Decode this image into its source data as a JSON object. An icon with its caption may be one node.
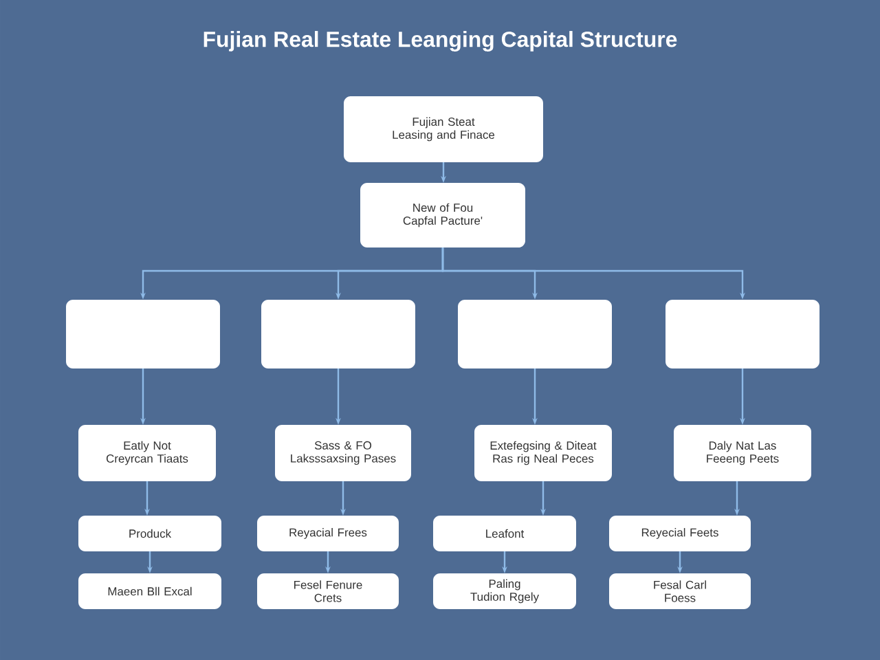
{
  "diagram": {
    "title": "Fujian Real Estate Leanging Capital Structure",
    "nodes": [
      {
        "text": [
          "Fujian Steat Leasing and Finace"
        ]
      },
      {
        "text": [
          "New of Fou Capfal Pacture'"
        ]
      },
      {
        "text": [],
        "shape": "box"
      },
      {
        "text": [],
        "shape": "box"
      },
      {
        "text": [],
        "shape": "box"
      },
      {
        "text": [],
        "shape": "box"
      },
      {
        "text": [
          "Eatly Not Creyrcan Tiaats"
        ]
      },
      {
        "text": [
          "Sass & FO Laksssaxsing Pases"
        ]
      },
      {
        "text": [
          "Extefegsing & Diteat Ras rig Neal Peces"
        ]
      },
      {
        "text": [
          "Daly Nat Las Feeeng Peets"
        ]
      },
      {
        "text": [
          "Produck"
        ]
      },
      {
        "text": [
          "Reyacial Frees"
        ]
      },
      {
        "text": [
          "Leafont"
        ]
      },
      {
        "text": [
          "Reyecial Feets"
        ]
      },
      {
        "text": [
          "Maeen Bll Excal"
        ]
      },
      {
        "text": [
          "Fesel Fenure Crets"
        ]
      },
      {
        "text": [
          "Paling Tudion Rgely"
        ]
      },
      {
        "text": [
          "Fesal Carl Foess"
        ]
      }
    ],
    "edges": [
      {
        "from": 0,
        "to": 1,
        "arrow": "to"
      },
      {
        "from": 1,
        "to": 2,
        "arrow": "to"
      },
      {
        "from": 1,
        "to": 3,
        "arrow": "to"
      },
      {
        "from": 1,
        "to": 4,
        "arrow": "to"
      },
      {
        "from": 1,
        "to": 5,
        "arrow": "to"
      },
      {
        "from": 2,
        "to": 6,
        "arrow": "to"
      },
      {
        "from": 3,
        "to": 7,
        "arrow": "to"
      },
      {
        "from": 4,
        "to": 8,
        "arrow": "to"
      },
      {
        "from": 5,
        "to": 9,
        "arrow": "to"
      },
      {
        "from": 6,
        "to": 10,
        "arrow": "to"
      },
      {
        "from": 7,
        "to": 11,
        "arrow": "to"
      },
      {
        "from": 8,
        "to": 12,
        "arrow": "to"
      },
      {
        "from": 9,
        "to": 13,
        "arrow": "to"
      },
      {
        "from": 10,
        "to": 14,
        "arrow": "to"
      },
      {
        "from": 11,
        "to": 15,
        "arrow": "to"
      },
      {
        "from": 12,
        "to": 16,
        "arrow": "to"
      },
      {
        "from": 13,
        "to": 17,
        "arrow": "to"
      }
    ]
  }
}
